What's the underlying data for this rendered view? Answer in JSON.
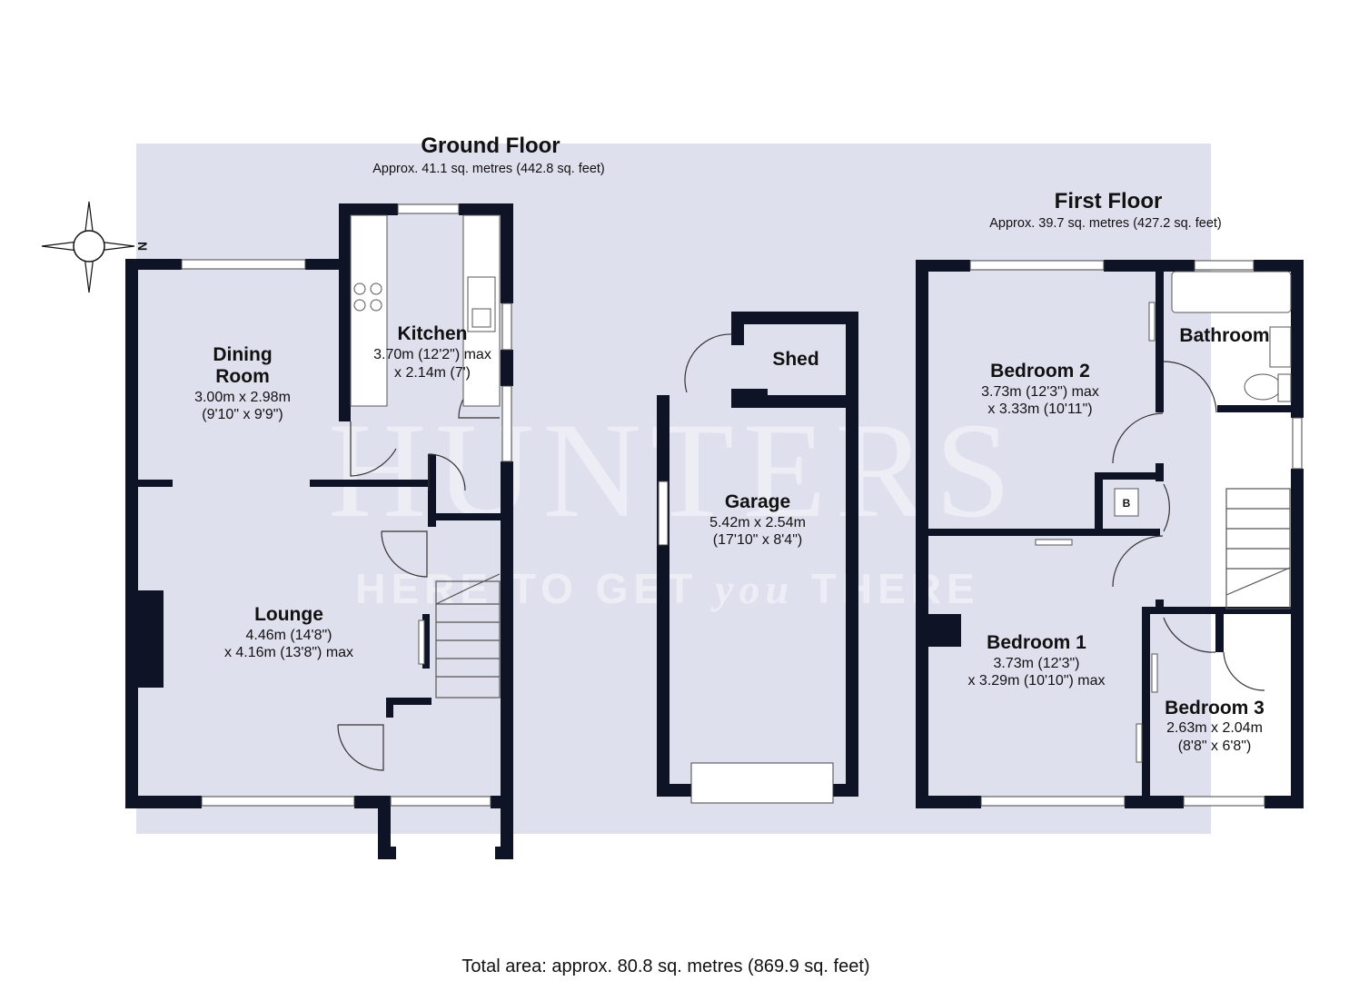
{
  "brand": {
    "watermark": "HUNTERS",
    "tagline_pre": "HERE TO GET ",
    "tagline_you": "you",
    "tagline_post": " THERE"
  },
  "compass": {
    "label": "N",
    "icon": "north-arrow-icon"
  },
  "ground_floor": {
    "title": "Ground Floor",
    "area": "Approx. 41.1 sq. metres (442.8 sq. feet)",
    "rooms": [
      {
        "id": "kitchen",
        "name": "Kitchen",
        "lines": [
          "3.70m (12'2\") max",
          "x 2.14m (7')"
        ]
      },
      {
        "id": "dining",
        "name": "Dining",
        "name2": "Room",
        "lines": [
          "3.00m x 2.98m",
          "(9'10\" x 9'9\")"
        ]
      },
      {
        "id": "lounge",
        "name": "Lounge",
        "lines": [
          "4.46m (14'8\")",
          "x 4.16m (13'8\") max"
        ]
      }
    ]
  },
  "outbuildings": {
    "rooms": [
      {
        "id": "shed",
        "name": "Shed"
      },
      {
        "id": "garage",
        "name": "Garage",
        "lines": [
          "5.42m x 2.54m",
          "(17'10\" x 8'4\")"
        ]
      }
    ]
  },
  "first_floor": {
    "title": "First Floor",
    "area": "Approx. 39.7 sq. metres (427.2 sq. feet)",
    "boiler_label": "B",
    "rooms": [
      {
        "id": "bathroom",
        "name": "Bathroom"
      },
      {
        "id": "bedroom2",
        "name": "Bedroom 2",
        "lines": [
          "3.73m (12'3\") max",
          "x 3.33m (10'11\")"
        ]
      },
      {
        "id": "bedroom1",
        "name": "Bedroom 1",
        "lines": [
          "3.73m (12'3\")",
          "x 3.29m (10'10\") max"
        ]
      },
      {
        "id": "bedroom3",
        "name": "Bedroom 3",
        "lines": [
          "2.63m x 2.04m",
          "(8'8\" x 6'8\")"
        ]
      }
    ]
  },
  "total_area": "Total area: approx. 80.8 sq. metres (869.9 sq. feet)",
  "colors": {
    "wall": "#0e1326",
    "backdrop": "#dfe0ee",
    "watermark": "#ffffff"
  }
}
